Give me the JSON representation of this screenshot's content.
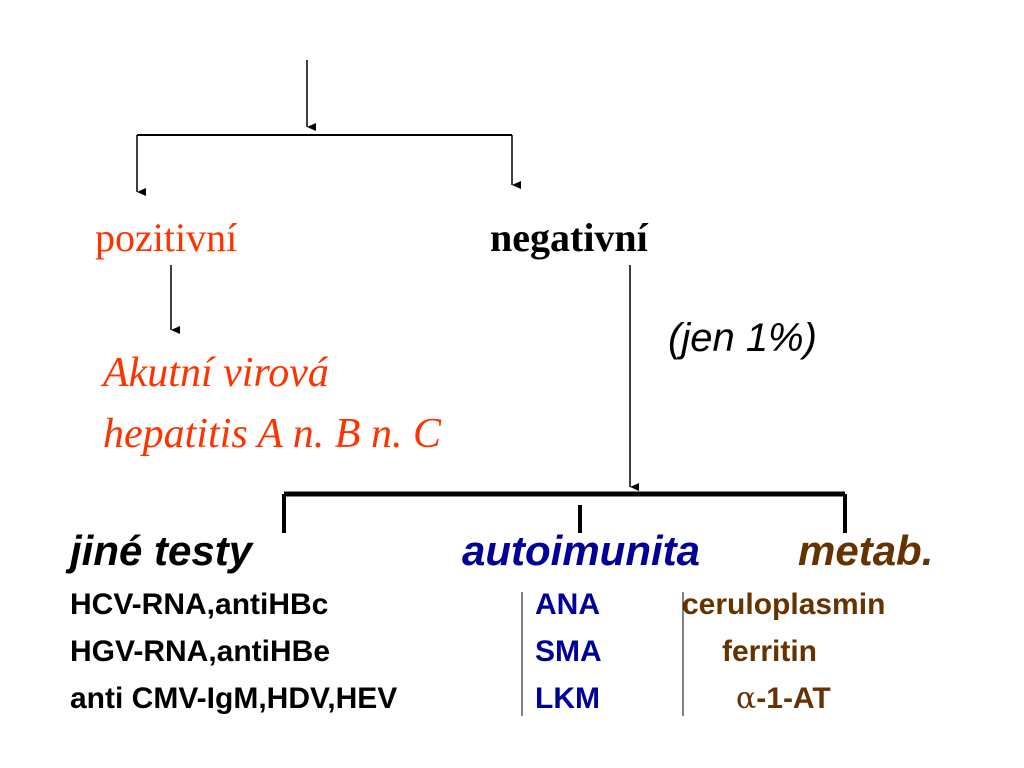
{
  "colors": {
    "positive": "#ff3300",
    "negative": "#000000",
    "autoimmunity": "#000099",
    "metabolic": "#663300",
    "other": "#000000"
  },
  "top_branch": {
    "positive": "pozitivní",
    "negative": "negativní"
  },
  "positive_result": {
    "line1": "Akutní virová",
    "line2": "hepatitis A n. B n. C"
  },
  "negative_note": "(jen 1%)",
  "groups": {
    "other_tests": {
      "title": "jiné testy",
      "items": [
        "HCV-RNA,antiHBc",
        "HGV-RNA,antiHBe",
        "anti CMV-IgM,HDV,HEV"
      ]
    },
    "autoimmunity": {
      "title": "autoimunita",
      "items": [
        "ANA",
        "SMA",
        "LKM"
      ]
    },
    "metabolic": {
      "title": "metab.",
      "items": [
        "ceruloplasmin",
        "ferritin"
      ],
      "alpha_symbol": "α",
      "alpha_rest": "-1-AT"
    }
  }
}
